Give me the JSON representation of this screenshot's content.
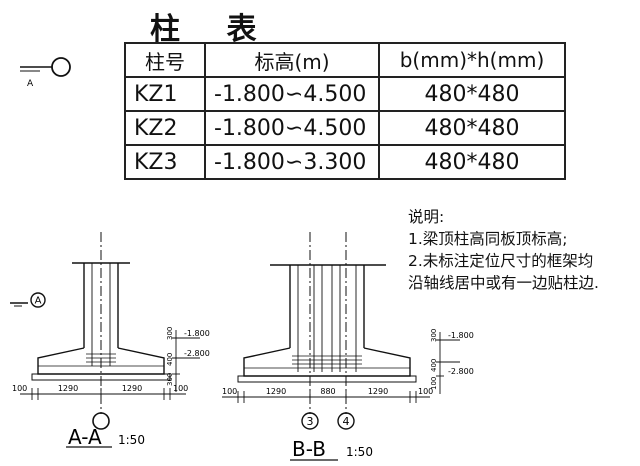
{
  "table": {
    "title": "柱 表",
    "headers": [
      "柱号",
      "标高(m)",
      "b(mm)*h(mm)"
    ],
    "rows": [
      {
        "id": "KZ1",
        "elev": "-1.800∽4.500",
        "size": "480*480"
      },
      {
        "id": "KZ2",
        "elev": "-1.800∽4.500",
        "size": "480*480"
      },
      {
        "id": "KZ3",
        "elev": "-1.800∽3.300",
        "size": "480*480"
      }
    ]
  },
  "notes": {
    "title": "说明:",
    "items": [
      "1.梁顶柱高同板顶标高;",
      "2.未标注定位尺寸的框架均",
      "沿轴线居中或有一边贴柱边."
    ]
  },
  "legend": {
    "axis_label": "A"
  },
  "section_aa": {
    "name": "A-A",
    "scale": "1:50",
    "axis": "A",
    "dims": [
      "100",
      "1290",
      "1290",
      "100"
    ],
    "elev_top": "-1.800",
    "elev_bottom": "-2.800",
    "vdims": [
      "300",
      "400",
      "300"
    ]
  },
  "section_bb": {
    "name": "B-B",
    "scale": "1:50",
    "axes": [
      "3",
      "4"
    ],
    "dims": [
      "100",
      "1290",
      "880",
      "1290",
      "100"
    ],
    "elev_top": "-1.800",
    "elev_bottom": "-2.800",
    "vdims": [
      "300",
      "400",
      "100"
    ]
  }
}
